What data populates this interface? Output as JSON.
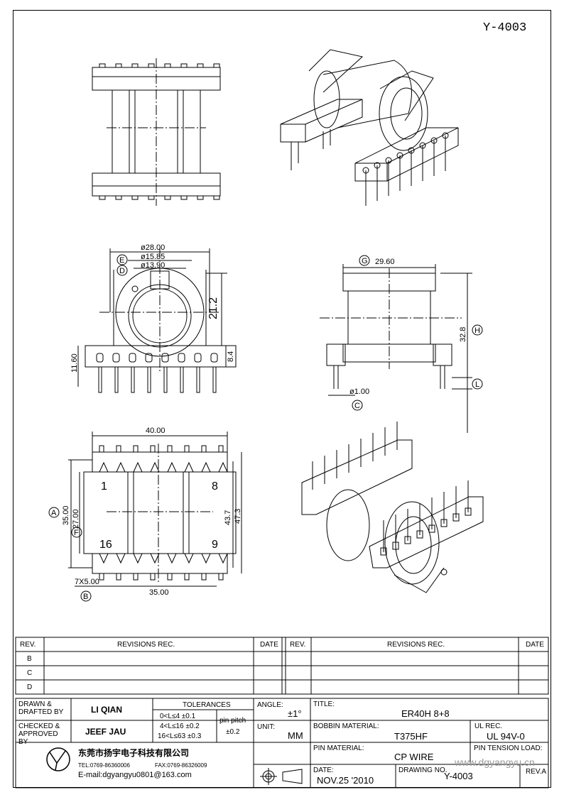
{
  "drawing_number_top": "Y-4003",
  "front_view": {
    "dims": {
      "dia_outer": "ø28.00",
      "dia_E": "ø15.85",
      "dia_D": "ø13.90",
      "height": "21.2",
      "base_h": "11.60",
      "pin_h": "8.4"
    },
    "labels": {
      "E": "E",
      "D": "D"
    }
  },
  "side_view": {
    "dims": {
      "width": "29.60",
      "height": "32.8",
      "pin_dia": "ø1.00"
    },
    "labels": {
      "G": "G",
      "H": "H",
      "L": "L",
      "C": "C"
    }
  },
  "bottom_view": {
    "dims": {
      "width": "40.00",
      "a": "35.00",
      "f": "27.00",
      "h1": "43.7",
      "h2": "47.3",
      "pitch": "7X5.00",
      "span": "35.00"
    },
    "pins": {
      "p1": "1",
      "p8": "8",
      "p16": "16",
      "p9": "9"
    },
    "labels": {
      "A": "A",
      "F": "F",
      "B": "B"
    }
  },
  "revisions": {
    "headers": {
      "rev": "REV.",
      "revisions": "REVISIONS   REC.",
      "date": "DATE"
    },
    "rows": [
      "B",
      "C",
      "D"
    ]
  },
  "title_block": {
    "drawn_by_label": "DRAWN & DRAFTED BY",
    "drawn_by": "LI QIAN",
    "checked_by_label": "CHECKED & APPROVED BY",
    "checked_by": "JEEF JAU",
    "tolerances_label": "TOLERANCES",
    "tol1": "0<L≤4     ±0.1",
    "tol2": "4<L≤16   ±0.2",
    "tol3": "16<L≤63   ±0.3",
    "pin_pitch_label": "pin pitch",
    "pin_pitch": "±0.2",
    "angle_label": "ANGLE:",
    "angle": "±1°",
    "unit_label": "UNIT:",
    "unit": "MM",
    "title_label": "TITLE:",
    "title": "ER40H  8+8",
    "bobbin_label": "BOBBIN MATERIAL:",
    "bobbin": "T375HF",
    "ul_label": "UL REC.",
    "ul": "UL  94V-0",
    "pin_material_label": "PIN MATERIAL:",
    "pin_material": "CP WIRE",
    "pin_tension_label": "PIN TENSION LOAD:",
    "date_label": "DATE:",
    "date": "NOV.25  '2010",
    "drawing_no_label": "DRAWING NO.",
    "drawing_no": "Y-4003",
    "rev_label": "REV.A",
    "company": "东莞市扬宇电子科技有限公司",
    "tel": "TEL:0769-86360006",
    "fax": "FAX:0769-86326009",
    "email": "E-mail:dgyangyu0801@163.com",
    "watermark": "www.dgyangyu.cn"
  }
}
